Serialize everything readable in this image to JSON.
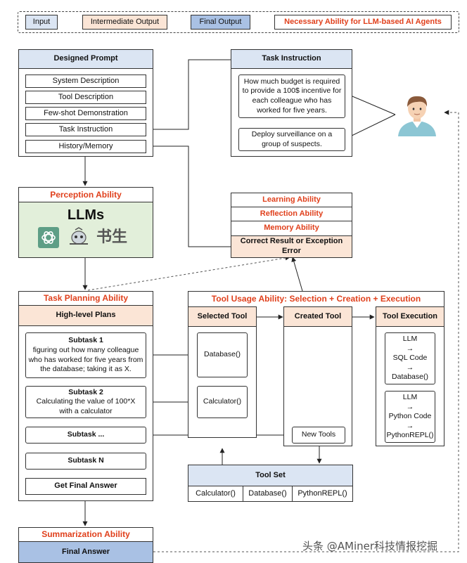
{
  "legend": {
    "input": "Input",
    "intermediate": "Intermediate Output",
    "final": "Final Output",
    "ability": "Necessary Ability for LLM-based AI Agents"
  },
  "prompt": {
    "title": "Designed Prompt",
    "items": [
      "System Description",
      "Tool Description",
      "Few-shot Demonstration",
      "Task Instruction",
      "History/Memory"
    ]
  },
  "task_instruction": {
    "title": "Task Instruction",
    "q1": "How much budget is required to provide a 100$ incentive for each colleague who has worked for five years.",
    "q2": "Deploy surveillance on a group of suspects."
  },
  "perception": {
    "title": "Perception Ability",
    "llms": "LLMs",
    "logo_text": "书生"
  },
  "abilities": {
    "learning": "Learning Ability",
    "reflection": "Reflection Ability",
    "memory": "Memory Ability",
    "result": "Correct Result or Exception Error"
  },
  "planning": {
    "title": "Task Planning Ability",
    "header": "High-level Plans",
    "s1_title": "Subtask 1",
    "s1_body": "figuring out how many colleague who has worked for five years from the database; taking it as X.",
    "s2_title": "Subtask 2",
    "s2_body": "Calculating the value of 100*X with a calculator",
    "s3": "Subtask ...",
    "sn": "Subtask N",
    "final": "Get Final Answer"
  },
  "tool_usage": {
    "title": "Tool Usage Ability: Selection + Creation + Execution",
    "selected": "Selected Tool",
    "created": "Created Tool",
    "execution": "Tool Execution",
    "db": "Database()",
    "calc": "Calculator()",
    "new_tools": "New Tools",
    "exec1": [
      "LLM",
      "SQL Code",
      "Database()"
    ],
    "exec2": [
      "LLM",
      "Python Code",
      "PythonREPL()"
    ],
    "arrow": "→"
  },
  "toolset": {
    "title": "Tool Set",
    "items": [
      "Calculator()",
      "Database()",
      "PythonREPL()"
    ]
  },
  "summary": {
    "title": "Summarization Ability",
    "final": "Final Answer"
  },
  "watermark": "头条 @AMiner科技情报挖掘",
  "colors": {
    "ability_red": "#e0401c",
    "input_blue": "#dbe5f3",
    "intermediate_peach": "#fbe5d6",
    "final_blue": "#a9c1e4",
    "llm_green": "#e2efda"
  }
}
